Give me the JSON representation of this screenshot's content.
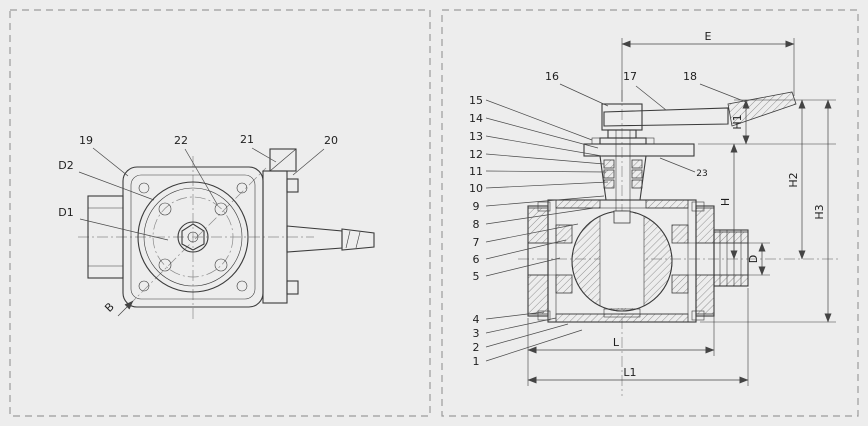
{
  "page": {
    "background": "#ededed",
    "line_color": "#3b3b3b"
  },
  "left_view": {
    "c19": "19",
    "c22": "22",
    "c21": "21",
    "c20": "20",
    "d2": "D2",
    "d1": "D1",
    "b": "B"
  },
  "right_view": {
    "c1": "1",
    "c2": "2",
    "c3": "3",
    "c4": "4",
    "c5": "5",
    "c6": "6",
    "c7": "7",
    "c8": "8",
    "c9": "9",
    "c10": "10",
    "c11": "11",
    "c12": "12",
    "c13": "13",
    "c14": "14",
    "c15": "15",
    "c16": "16",
    "c17": "17",
    "c18": "18",
    "c23": "23",
    "e": "E",
    "h1": "H1",
    "h2": "H2",
    "h3": "H3",
    "h": "H",
    "d": "D",
    "l": "L",
    "l1": "L1"
  }
}
